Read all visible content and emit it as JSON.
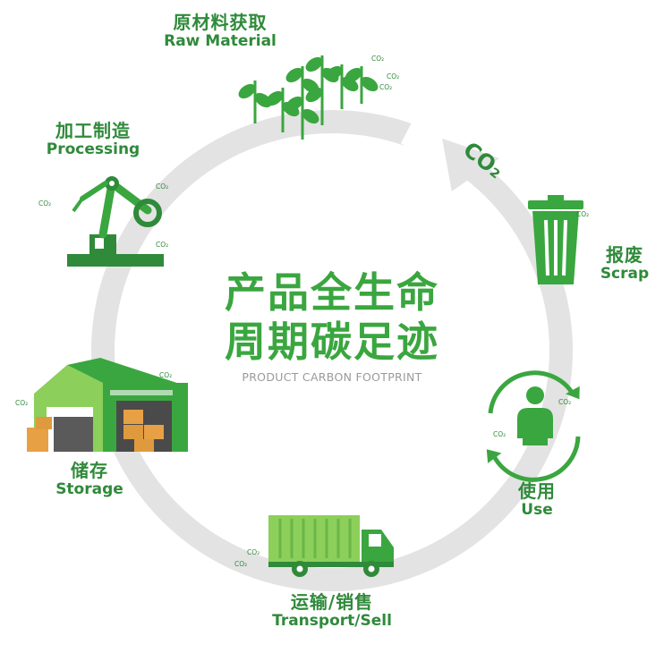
{
  "diagram": {
    "title_line1": "产品全生命",
    "title_line2": "周期碳足迹",
    "subtitle": "PRODUCT CARBON FOOTPRINT",
    "arrow_label": "CO₂",
    "co2_tag": "CO₂",
    "stages": [
      {
        "cn": "原材料获取",
        "en": "Raw Material"
      },
      {
        "cn": "加工制造",
        "en": "Processing"
      },
      {
        "cn": "储存",
        "en": "Storage"
      },
      {
        "cn": "运输/销售",
        "en": "Transport/Sell"
      },
      {
        "cn": "使用",
        "en": "Use"
      },
      {
        "cn": "报废",
        "en": "Scrap"
      }
    ]
  },
  "colors": {
    "primary_green": "#3aa63f",
    "dark_green": "#2f8a3a",
    "light_green": "#8ccf5a",
    "ring_gray": "#e3e3e3",
    "subtitle_gray": "#9a9a9a"
  }
}
